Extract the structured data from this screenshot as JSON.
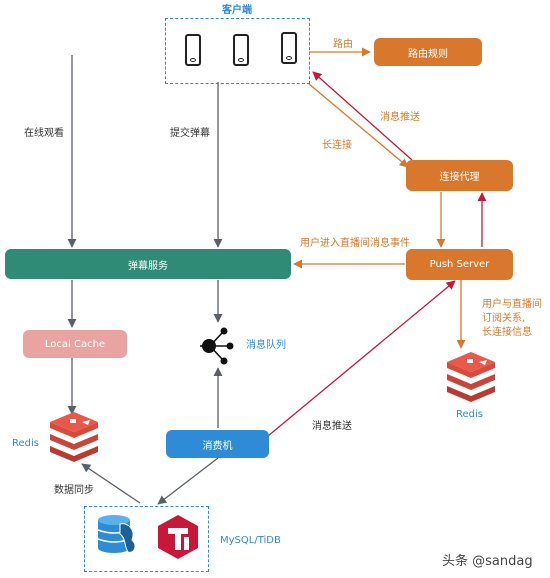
{
  "client": {
    "title": "客户端"
  },
  "edges": {
    "route": "路由",
    "online_watch": "在线观看",
    "submit_danmaku": "提交弹幕",
    "push_msg_top": "消息推送",
    "long_conn": "长连接",
    "user_enter_event": "用户进入直播间消息事件",
    "user_room_info": "用户与直播间\n订阅关系,\n长连接信息",
    "push_msg_bottom": "消息推送",
    "data_sync": "数据同步"
  },
  "nodes": {
    "route_rules": "路由规则",
    "conn_proxy": "连接代理",
    "push_server": "Push Server",
    "danmaku_service": "弹幕服务",
    "local_cache": "Local Cache",
    "message_queue": "消息队列",
    "consumer": "消费机",
    "redis_left": "Redis",
    "redis_right": "Redis",
    "mysql_tidb": "MySQL/TiDB"
  },
  "watermark": "头条 @sandag",
  "colors": {
    "orange": "#d9782d",
    "teal": "#2f8a76",
    "blue": "#2e8bd6",
    "pink": "#e9a3a0",
    "red": "#c8183a",
    "gray": "#5a6068",
    "redis": "#d94a3d"
  }
}
